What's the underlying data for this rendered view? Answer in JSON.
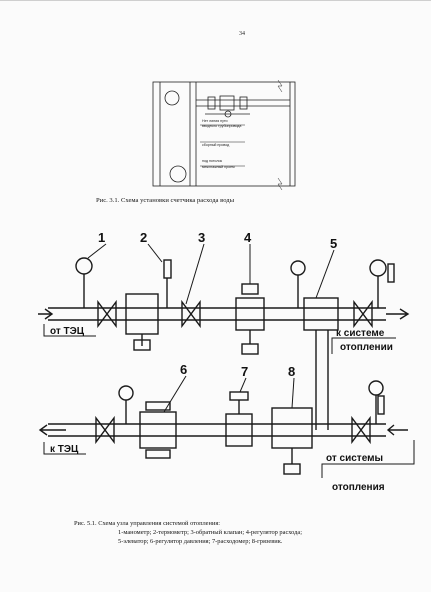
{
  "page": {
    "number": "34"
  },
  "figure1": {
    "caption": "Рис. 3.1. Схема установки счетчика  расхода воды",
    "labels": {
      "label_a": "Нет линия пути",
      "label_b": "вводного трубопровода",
      "label_c": "сборный провод",
      "label_d": "под потолок",
      "label_e": "межэтажный проем"
    }
  },
  "figure2": {
    "caption_title": "Рис. 5.1. Схема узла управления системой отопления:",
    "caption_line2": "1-манометр; 2-термометр; 3-обратный клапан; 4-регулятор расхода;",
    "caption_line3": "5-элеватор; 6-регулятор давления; 7-расходомер; 8-грязевик.",
    "callouts": {
      "n1": "1",
      "n2": "2",
      "n3": "3",
      "n4": "4",
      "n5": "5",
      "n6": "6",
      "n7": "7",
      "n8": "8"
    },
    "labels": {
      "from_tec": "от ТЭЦ",
      "to_system_1": "к системе",
      "to_system_2": "отоплении",
      "to_tec": "к ТЭЦ",
      "from_system_1": "от системы",
      "from_system_2": "отопления"
    }
  }
}
